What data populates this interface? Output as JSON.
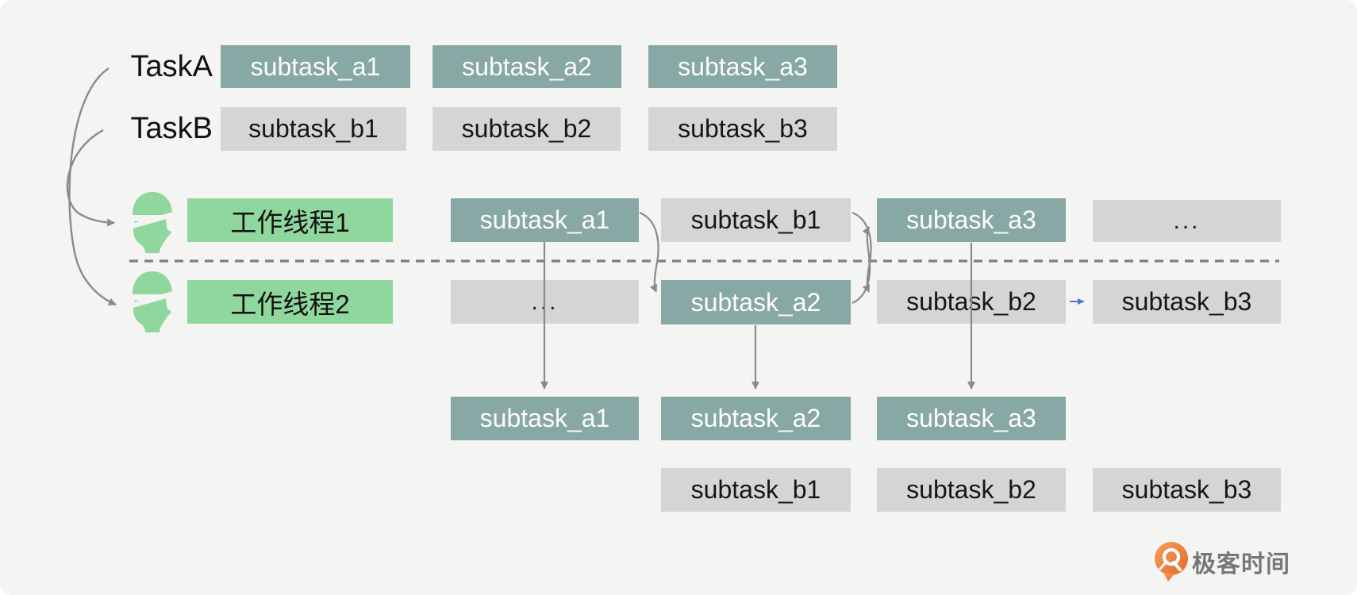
{
  "tasks": {
    "taskA": {
      "label": "TaskA",
      "subtasks": [
        "subtask_a1",
        "subtask_a2",
        "subtask_a3"
      ]
    },
    "taskB": {
      "label": "TaskB",
      "subtasks": [
        "subtask_b1",
        "subtask_b2",
        "subtask_b3"
      ]
    }
  },
  "threads": [
    {
      "label": "工作线程1",
      "timeline": [
        {
          "text": "subtask_a1",
          "type": "teal"
        },
        {
          "text": "subtask_b1",
          "type": "gray"
        },
        {
          "text": "subtask_a3",
          "type": "teal"
        },
        {
          "text": "...",
          "type": "gray"
        }
      ]
    },
    {
      "label": "工作线程2",
      "timeline": [
        {
          "text": "...",
          "type": "gray"
        },
        {
          "text": "subtask_a2",
          "type": "teal"
        },
        {
          "text": "subtask_b2",
          "type": "gray"
        },
        {
          "text": "subtask_b3",
          "type": "gray"
        }
      ]
    }
  ],
  "completed": {
    "taskA": [
      "subtask_a1",
      "subtask_a2",
      "subtask_a3"
    ],
    "taskB": [
      "subtask_b1",
      "subtask_b2",
      "subtask_b3"
    ]
  },
  "flows": [
    {
      "from": "TaskA",
      "to": "工作线程2"
    },
    {
      "from": "TaskB",
      "to": "工作线程1"
    },
    {
      "from": "subtask_a1",
      "to": "subtask_a2"
    },
    {
      "from": "subtask_b1",
      "to": "subtask_b2"
    },
    {
      "from": "subtask_a2",
      "to": "subtask_a3"
    },
    {
      "from": "subtask_b2",
      "to": "subtask_b3"
    }
  ],
  "colors": {
    "background": "#f4f5f3",
    "teal_box": "#87a8a4",
    "gray_box": "#d5d5d5",
    "green_box": "#90d79d",
    "arrow_gray": "#8a8a8a",
    "arrow_blue": "#4f74d2",
    "dashed_divider": "#7e7e7e",
    "logo_orange": "#e3662a",
    "logo_text_gray": "#76777a"
  },
  "logo": {
    "text": "极客时间"
  }
}
